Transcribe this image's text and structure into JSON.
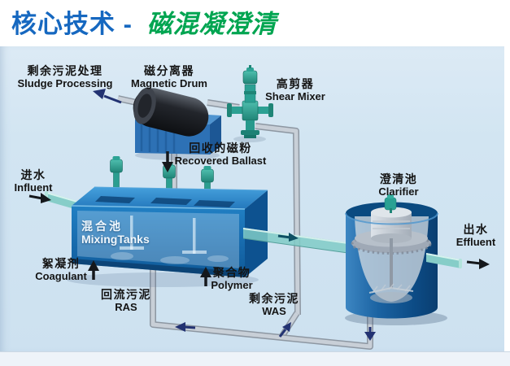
{
  "header": {
    "title_prefix": "核心技术 -",
    "title_highlight": "磁混凝澄清"
  },
  "diagram": {
    "labels": {
      "sludge_processing": {
        "zh": "剩余污泥处理",
        "en": "Sludge Processing"
      },
      "magnetic_drum": {
        "zh": "磁分离器",
        "en": "Magnetic Drum"
      },
      "shear_mixer": {
        "zh": "高剪器",
        "en": "Shear Mixer"
      },
      "recovered_ballast": {
        "zh": "回收的磁粉",
        "en": "Recovered Ballast"
      },
      "influent": {
        "zh": "进水",
        "en": "Influent"
      },
      "mixing_tanks": {
        "zh": "混合池",
        "en": "MixingTanks"
      },
      "coagulant": {
        "zh": "絮凝剂",
        "en": "Coagulant"
      },
      "polymer": {
        "zh": "聚合物",
        "en": "Polymer"
      },
      "ras": {
        "zh": "回流污泥",
        "en": "RAS"
      },
      "was": {
        "zh": "剩余污泥",
        "en": "WAS"
      },
      "clarifier": {
        "zh": "澄清池",
        "en": "Clarifier"
      },
      "effluent": {
        "zh": "出水",
        "en": "Effluent"
      }
    },
    "colors": {
      "title_blue": "#1668c0",
      "title_green": "#00a551",
      "panel_bg": "#d2e5f2",
      "tank_blue": "#1b72b8",
      "device_teal": "#2ba093",
      "clarifier_blue": "#0d4e8a",
      "pipe_gray": "#c8cfd7",
      "pipe_teal": "#82cbc6",
      "arrow_navy": "#223272",
      "arrow_black": "#15181c"
    }
  }
}
